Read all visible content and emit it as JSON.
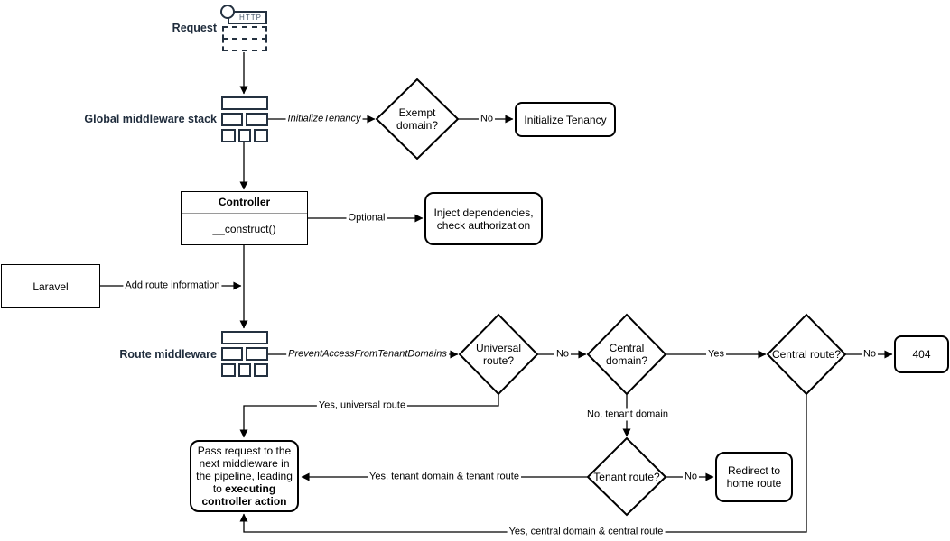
{
  "labels": {
    "request": "Request",
    "global_stack": "Global middleware stack",
    "route_middleware": "Route middleware"
  },
  "nodes": {
    "http_icon_text": "HTTP",
    "exempt_domain": "Exempt domain?",
    "initialize_tenancy": "Initialize Tenancy",
    "controller_title": "Controller",
    "controller_method": "__construct()",
    "inject_dependencies": "Inject dependencies, check authorization",
    "laravel": "Laravel",
    "universal_route": "Universal route?",
    "central_domain": "Central domain?",
    "central_route": "Central route?",
    "not_found": "404",
    "tenant_route": "Tenant route?",
    "redirect_home": "Redirect to home route",
    "pass_request_text": "Pass request to the next middleware in the pipeline, leading to ",
    "pass_request_bold": "executing controller action"
  },
  "edge_labels": {
    "initialize_tenancy_mw": "InitializeTenancy",
    "no_exempt": "No",
    "optional": "Optional",
    "add_route_information": "Add route information",
    "prevent_access": "PreventAccessFromTenantDomains",
    "no_universal": "No",
    "yes_central_domain": "Yes",
    "no_central_route": "No",
    "yes_universal_route": "Yes, universal route",
    "no_tenant_domain": "No, tenant domain",
    "yes_tenant_route": "Yes, tenant domain & tenant route",
    "no_tenant_route": "No",
    "yes_central_route": "Yes, central domain & central route"
  },
  "colors": {
    "navy": "#1f2c3c",
    "icon_stroke": "#243140",
    "shape_stroke": "#000000",
    "background": "#ffffff"
  }
}
